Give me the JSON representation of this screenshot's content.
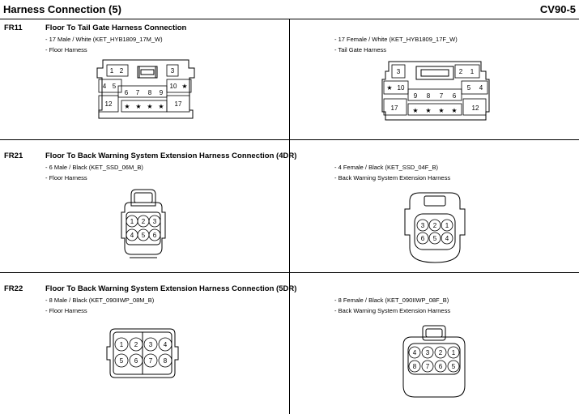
{
  "header": {
    "title": "Harness Connection (5)",
    "code": "CV90-5"
  },
  "sections": [
    {
      "id": "FR11",
      "title": "Floor To Tail Gate Harness Connection",
      "left": {
        "spec": "- 17 Male / White (KET_HYB1809_17M_W)",
        "harness": "- Floor Harness"
      },
      "right": {
        "spec": "- 17 Female / White (KET_HYB1809_17F_W)",
        "harness": "- Tail Gate Harness"
      }
    },
    {
      "id": "FR21",
      "title": "Floor To Back Warning System Extension Harness Connection (4DR)",
      "left": {
        "spec": "- 6 Male / Black (KET_SSD_06M_B)",
        "harness": "- Floor Harness"
      },
      "right": {
        "spec": "- 4 Female / Black (KET_SSD_04F_B)",
        "harness": "- Back Warning System Extension Harness"
      }
    },
    {
      "id": "FR22",
      "title": "Floor To Back Warning System Extension Harness Connection (5DR)",
      "left": {
        "spec": "- 8 Male / Black (KET_090IIWP_08M_B)",
        "harness": "- Floor Harness"
      },
      "right": {
        "spec": "- 8 Female / Black (KET_090IIWP_08F_B)",
        "harness": "- Back Warning System Extension Harness"
      }
    }
  ],
  "pins": {
    "fr11_male": [
      "1",
      "2",
      "3",
      "4",
      "5",
      "10",
      "★",
      "6",
      "7",
      "8",
      "9",
      "12",
      "17",
      "★",
      "★",
      "★",
      "★"
    ],
    "fr11_female": [
      "3",
      "2",
      "1",
      "★",
      "10",
      "5",
      "4",
      "9",
      "8",
      "7",
      "6",
      "17",
      "12",
      "★",
      "★",
      "★",
      "★"
    ],
    "fr21_male": [
      "1",
      "2",
      "3",
      "4",
      "5",
      "6"
    ],
    "fr21_female": [
      "3",
      "2",
      "1",
      "6",
      "5",
      "4"
    ],
    "fr22_male": [
      "1",
      "2",
      "3",
      "4",
      "5",
      "6",
      "7",
      "8"
    ],
    "fr22_female": [
      "4",
      "3",
      "2",
      "1",
      "8",
      "7",
      "6",
      "5"
    ]
  }
}
